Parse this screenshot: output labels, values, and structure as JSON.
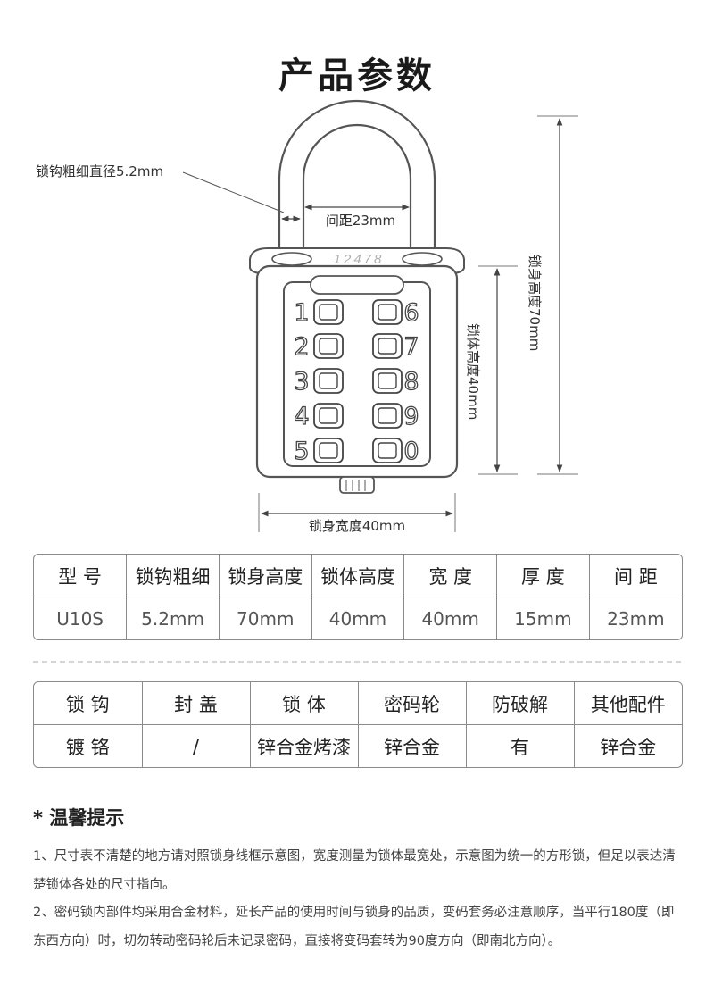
{
  "title": "产品参数",
  "diagram": {
    "label_shackle_thickness": "锁钩粗细直径5.2mm",
    "label_spacing": "间距23mm",
    "label_body_height_total": "锁身高度70mm",
    "label_lock_body_height": "锁体高度40mm",
    "label_body_width": "锁身宽度40mm",
    "engraved_code": "12478",
    "keypad_left": [
      "1",
      "2",
      "3",
      "4",
      "5"
    ],
    "keypad_right": [
      "6",
      "7",
      "8",
      "9",
      "0"
    ]
  },
  "table1": {
    "headers": [
      "型 号",
      "锁钩粗细",
      "锁身高度",
      "锁体高度",
      "宽 度",
      "厚 度",
      "间 距"
    ],
    "values": [
      "U10S",
      "5.2mm",
      "70mm",
      "40mm",
      "40mm",
      "15mm",
      "23mm"
    ]
  },
  "table2": {
    "headers": [
      "锁 钩",
      "封 盖",
      "锁 体",
      "密码轮",
      "防破解",
      "其他配件"
    ],
    "values": [
      "镀 铬",
      "/",
      "锌合金烤漆",
      "锌合金",
      "有",
      "锌合金"
    ]
  },
  "tips": {
    "title": "* 温馨提示",
    "item1": "1、尺寸表不清楚的地方请对照锁身线框示意图，宽度测量为锁体最宽处，示意图为统一的方形锁，但足以表达清楚锁体各处的尺寸指向。",
    "item2": "2、密码锁内部件均采用合金材料，延长产品的使用时间与锁身的品质，变码套务必注意顺序，当平行180度（即东西方向）时，切勿转动密码轮后未记录密码，直接将变码套转为90度方向（即南北方向）。"
  }
}
